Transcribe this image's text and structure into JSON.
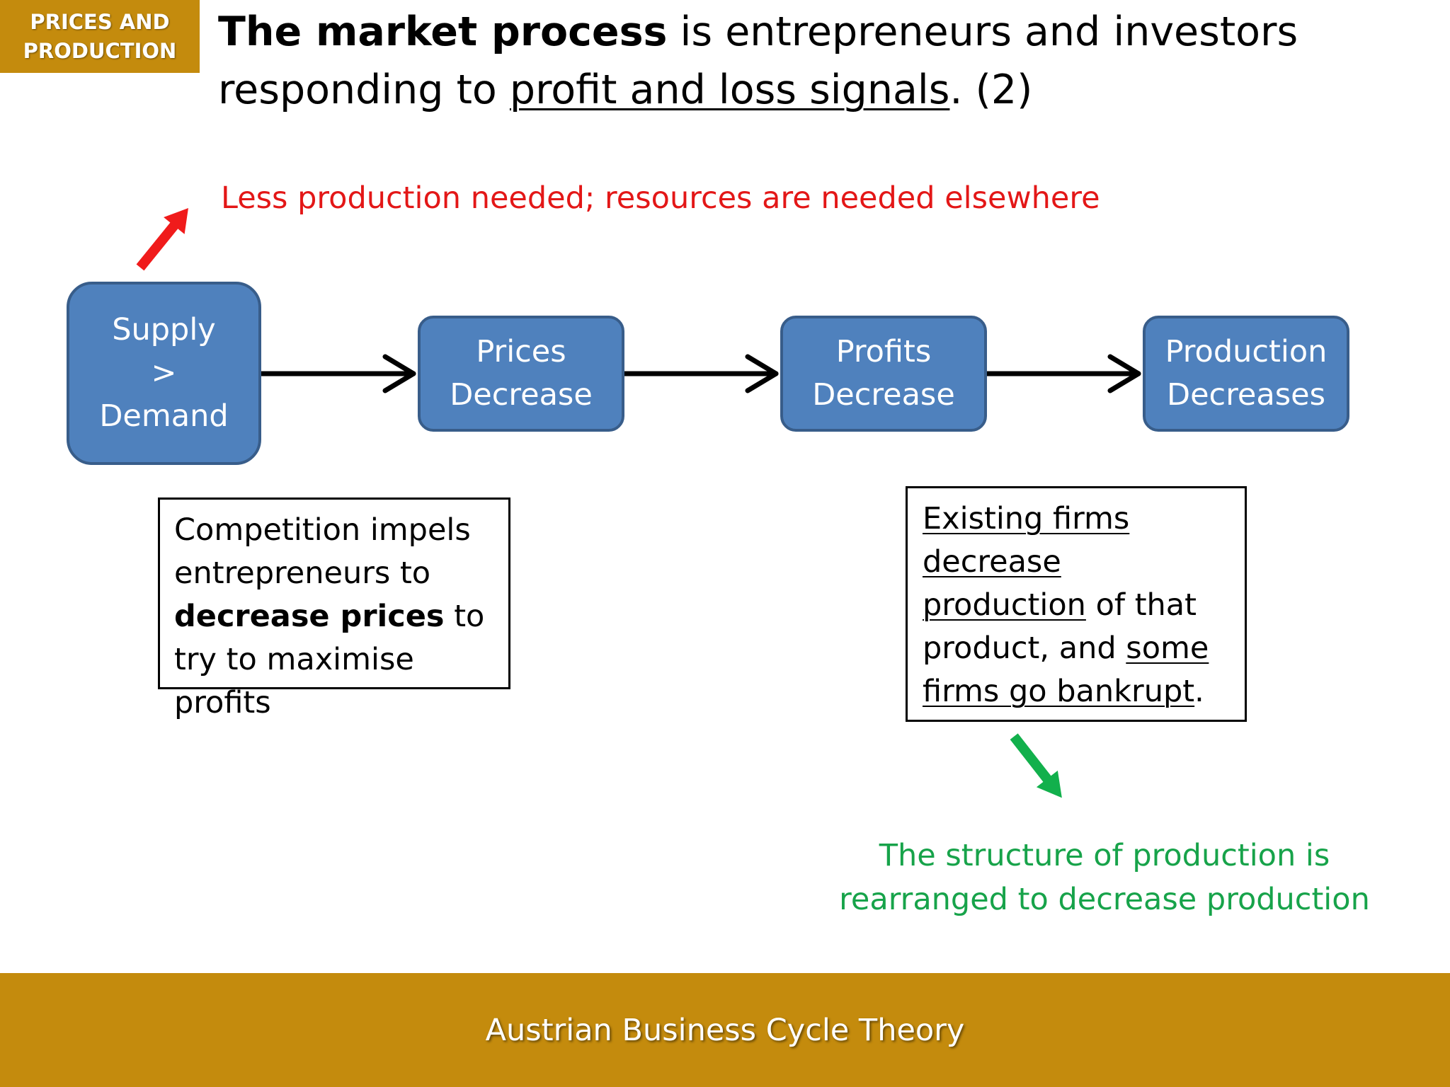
{
  "section_tag": {
    "line1": "PRICES AND",
    "line2": "PRODUCTION"
  },
  "title": {
    "bold": "The market process",
    "text_1": " is entrepreneurs and investors responding to ",
    "underlined": "profit and loss signals",
    "text_2": ". (2)"
  },
  "red_note": "Less production needed; resources are needed elsewhere",
  "flow": {
    "supply_demand": {
      "line1": "Supply",
      "line2": ">",
      "line3": "Demand"
    },
    "prices_decrease": {
      "line1": "Prices",
      "line2": "Decrease"
    },
    "profits_decrease": {
      "line1": "Profits",
      "line2": "Decrease"
    },
    "production_decreases": {
      "line1": "Production",
      "line2": "Decreases"
    }
  },
  "competition_note": {
    "text_1": "Competition impels entrepreneurs to ",
    "bold": "decrease prices",
    "text_2": " to try to maximise profits"
  },
  "firms_note": {
    "underlined_1": "Existing firms decrease production",
    "text_1": " of that product, and ",
    "underlined_2": "some firms go bankrupt",
    "text_2": "."
  },
  "green_note": {
    "line1": "The structure of production is",
    "line2": "rearranged to decrease production"
  },
  "footer": "Austrian Business Cycle Theory",
  "colors": {
    "gold": "#c48b0d",
    "box_fill": "#4f81bd",
    "box_border": "#385d8a",
    "red": "#e31717",
    "green": "#17a34a"
  }
}
